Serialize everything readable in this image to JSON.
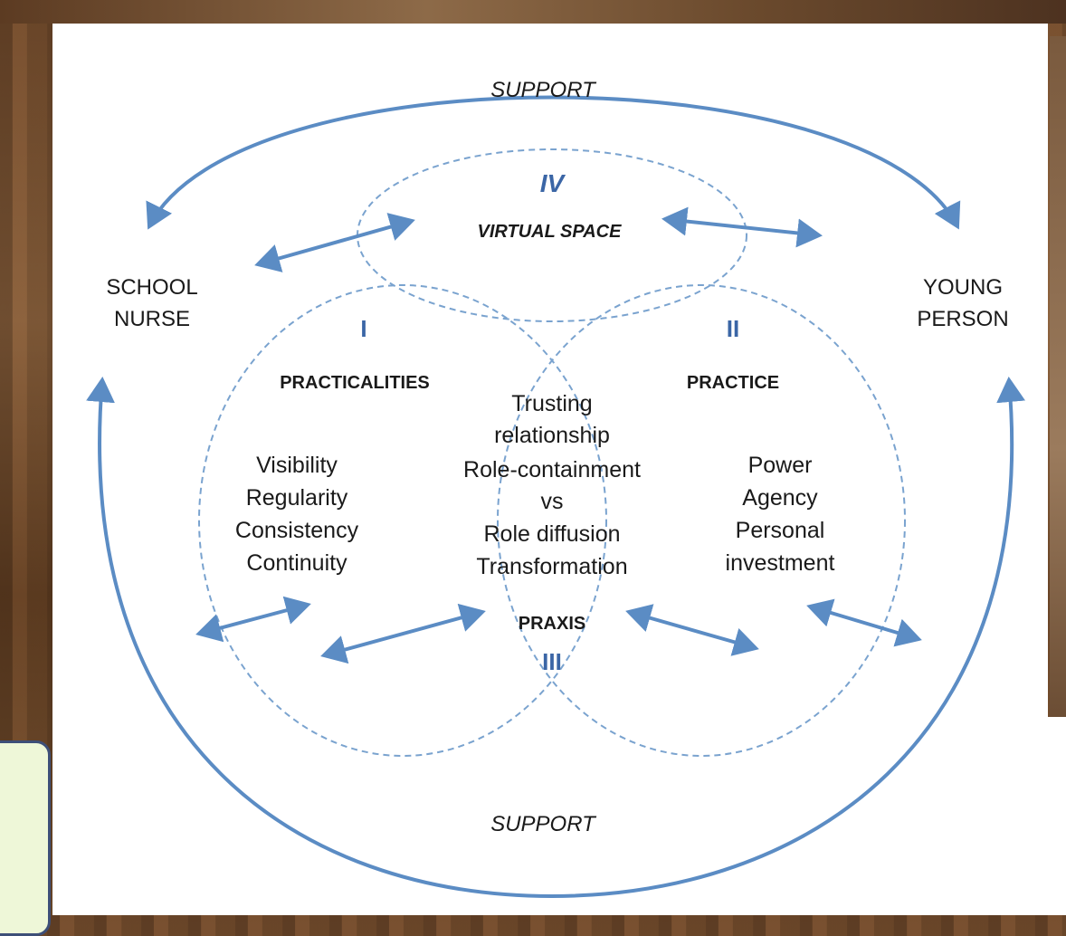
{
  "diagram": {
    "support_top": "SUPPORT",
    "support_bottom": "SUPPORT",
    "school_nurse": [
      "SCHOOL",
      "NURSE"
    ],
    "young_person": [
      "YOUNG",
      "PERSON"
    ],
    "zone_iv": {
      "numeral": "IV",
      "title": "VIRTUAL SPACE"
    },
    "zone_i": {
      "numeral": "I",
      "title": "PRACTICALITIES",
      "items": [
        "Visibility",
        "Regularity",
        "Consistency",
        "Continuity"
      ]
    },
    "zone_ii": {
      "numeral": "II",
      "title": "PRACTICE",
      "items": [
        "Power",
        "Agency",
        "Personal",
        "investment"
      ]
    },
    "zone_iii": {
      "numeral": "III",
      "title": "PRAXIS",
      "items": [
        "Trusting",
        "relationship",
        "Role-containment",
        "vs",
        "Role diffusion",
        "Transformation"
      ]
    },
    "colors": {
      "arrow": "#5b8cc4",
      "dashed_circle": "#7aa3cf",
      "numeral": "#3b66a6",
      "text": "#1a1a1a"
    }
  }
}
